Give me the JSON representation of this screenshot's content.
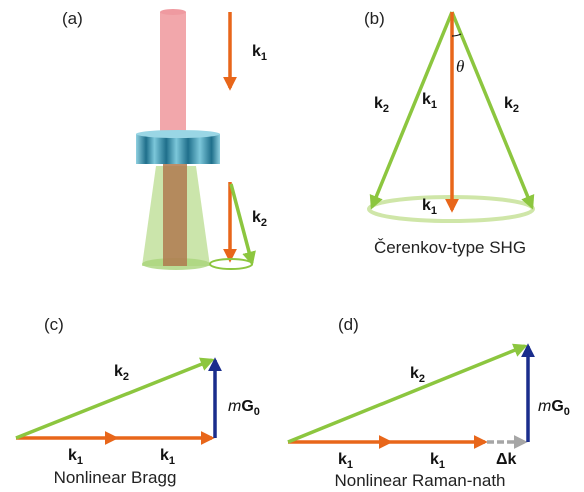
{
  "panels": {
    "a": {
      "label": "(a)",
      "k1": {
        "base": "k",
        "sub": "1"
      },
      "k2": {
        "base": "k",
        "sub": "2"
      }
    },
    "b": {
      "label": "(b)",
      "k1_axis": {
        "base": "k",
        "sub": "1"
      },
      "k1_base": {
        "base": "k",
        "sub": "1"
      },
      "k2_left": {
        "base": "k",
        "sub": "2"
      },
      "k2_right": {
        "base": "k",
        "sub": "2"
      },
      "theta": "θ",
      "caption": "Čerenkov-type SHG"
    },
    "c": {
      "label": "(c)",
      "k2": {
        "base": "k",
        "sub": "2"
      },
      "k1_left": {
        "base": "k",
        "sub": "1"
      },
      "k1_right": {
        "base": "k",
        "sub": "1"
      },
      "mG0": {
        "m": "m",
        "base": "G",
        "sub": "0"
      },
      "caption": "Nonlinear Bragg"
    },
    "d": {
      "label": "(d)",
      "k2": {
        "base": "k",
        "sub": "2"
      },
      "k1_left": {
        "base": "k",
        "sub": "1"
      },
      "k1_right": {
        "base": "k",
        "sub": "1"
      },
      "mG0": {
        "m": "m",
        "base": "G",
        "sub": "0"
      },
      "delta_k": "Δk",
      "caption": "Nonlinear Raman-nath"
    }
  },
  "colors": {
    "k1": "#e8661a",
    "k2": "#8cc63f",
    "G": "#1a2d8c",
    "delta_k": "#a6a6a6",
    "beam": "#f2a7ab",
    "crystal": "#4aa3bf",
    "cone": "#b9dc8f"
  }
}
